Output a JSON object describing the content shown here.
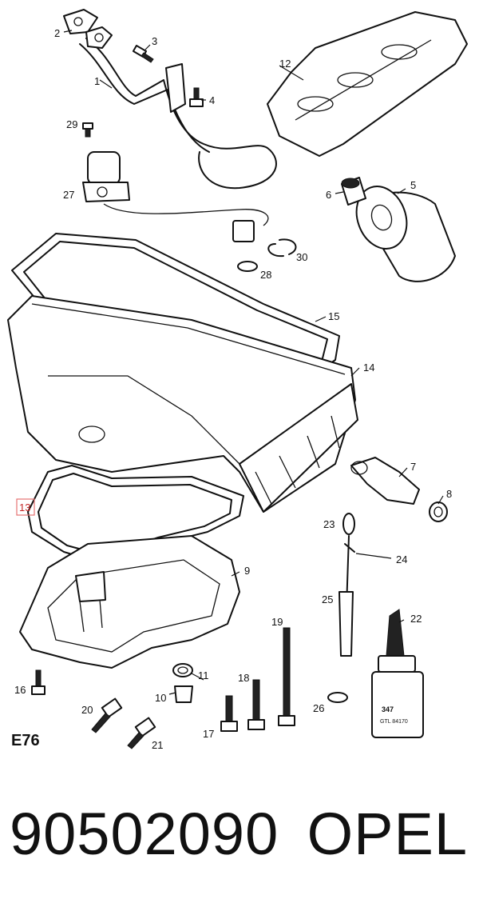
{
  "diagram": {
    "code": "E76",
    "highlighted_part": "13",
    "labels": [
      "1",
      "2",
      "3",
      "4",
      "5",
      "6",
      "7",
      "8",
      "9",
      "10",
      "11",
      "12",
      "13",
      "14",
      "15",
      "16",
      "17",
      "18",
      "19",
      "20",
      "21",
      "22",
      "23",
      "24",
      "25",
      "26",
      "27",
      "28",
      "29",
      "30"
    ],
    "bottle_text": [
      "347",
      "GTL 84170"
    ]
  },
  "footer": {
    "part_number": "90502090",
    "brand": "OPEL"
  }
}
